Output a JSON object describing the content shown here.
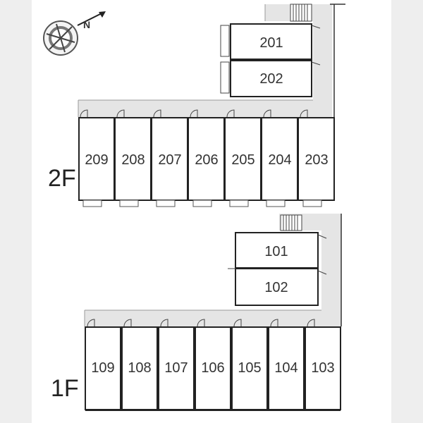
{
  "colors": {
    "corridor": "#e5e5e5",
    "wall": "#222222",
    "band": "#eeeeee"
  },
  "compass": {
    "icon": "compass-rose-icon",
    "north_label": "N"
  },
  "floors": [
    {
      "label": "2F",
      "units": [
        "201",
        "202",
        "209",
        "208",
        "207",
        "206",
        "205",
        "204",
        "203"
      ]
    },
    {
      "label": "1F",
      "units": [
        "101",
        "102",
        "109",
        "108",
        "107",
        "106",
        "105",
        "104",
        "103"
      ]
    }
  ]
}
